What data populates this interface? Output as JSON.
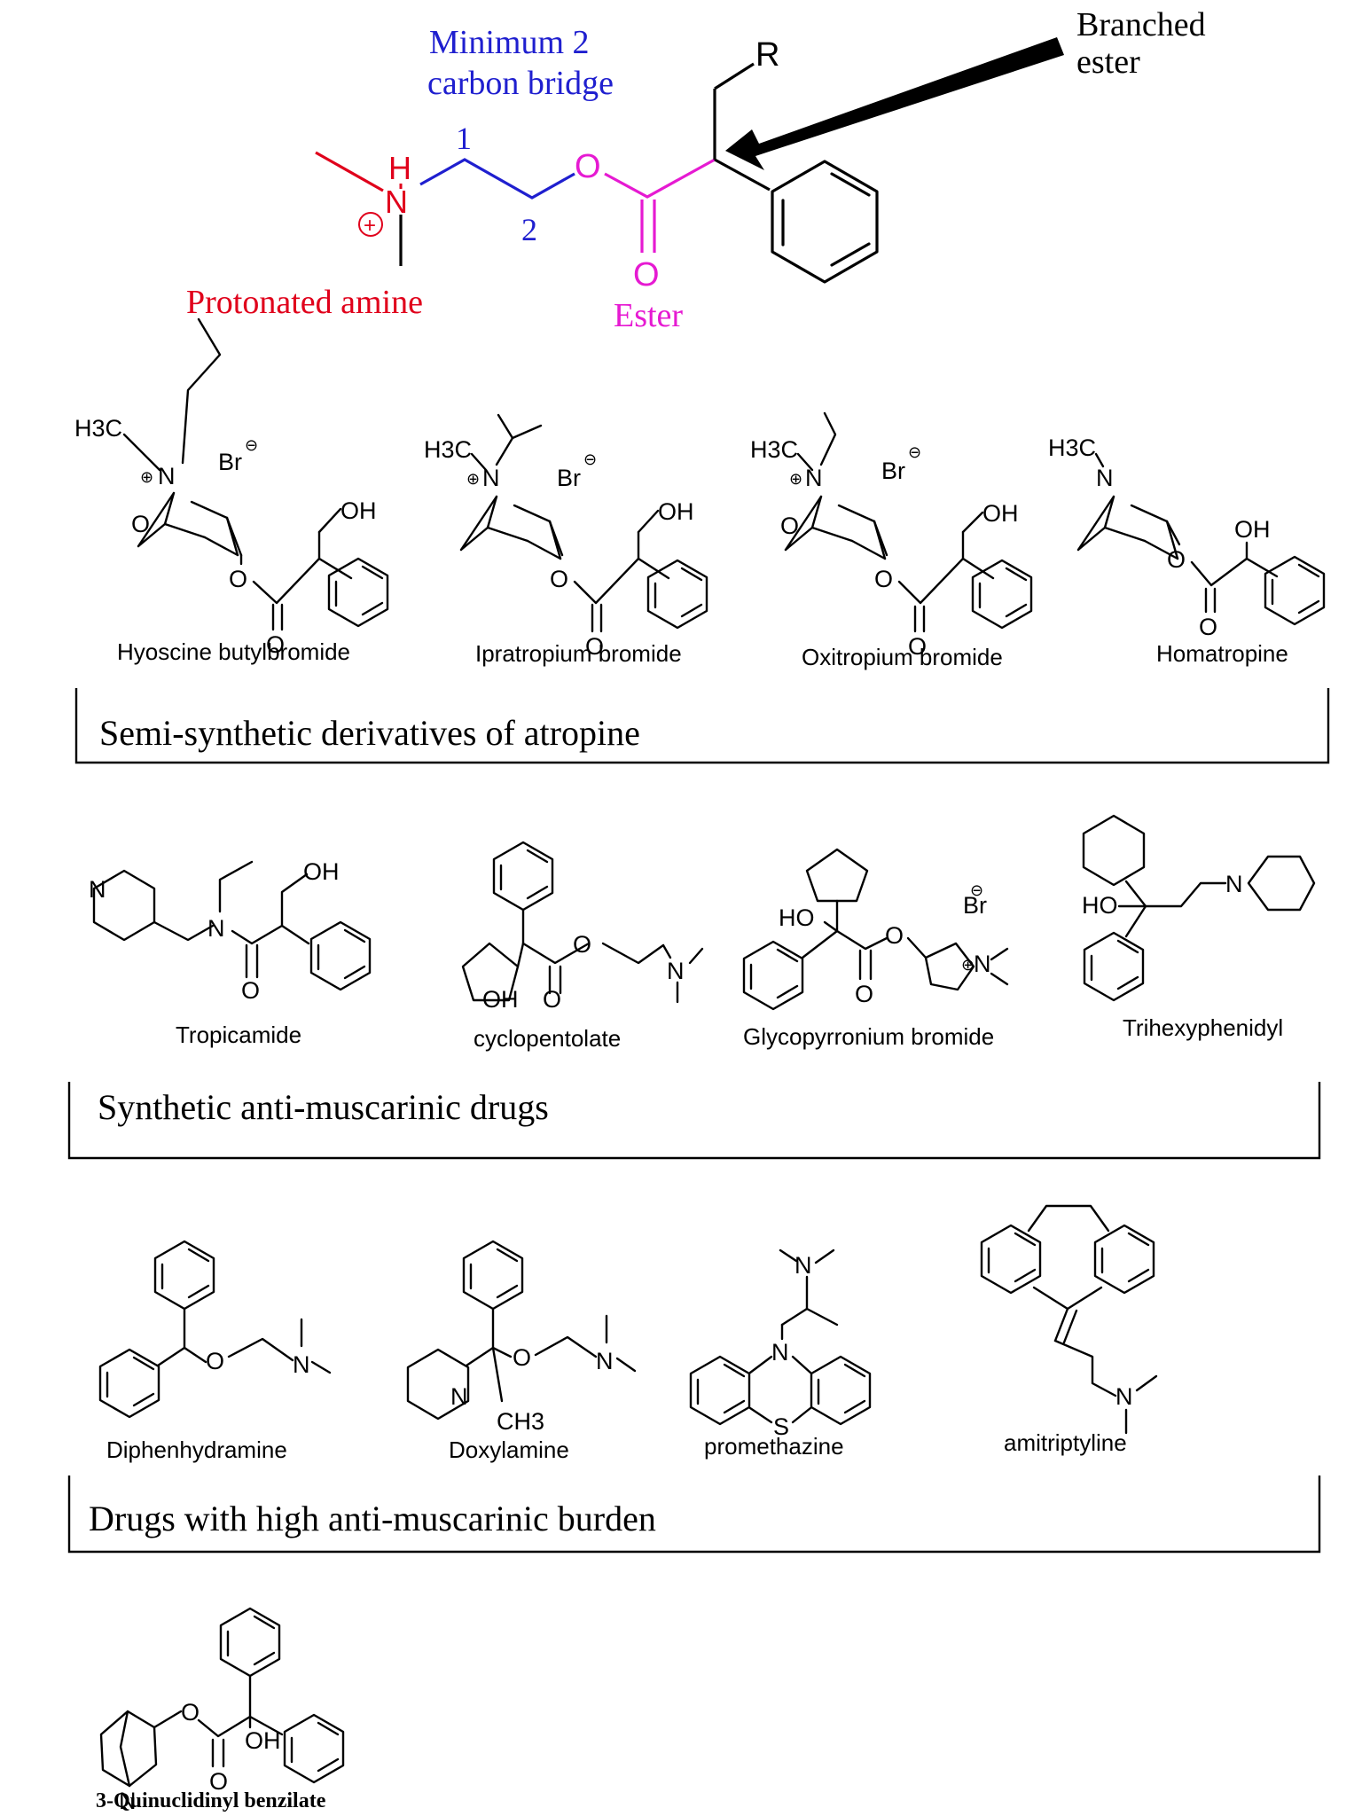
{
  "pharmacophore": {
    "bridge_label_1": "Minimum 2",
    "bridge_label_2": "carbon bridge",
    "carbon_1": "1",
    "carbon_2": "2",
    "amine_label": "Protonated amine",
    "ester_label": "Ester",
    "branched_label_1": "Branched",
    "branched_label_2": "ester",
    "r_group": "R",
    "amine_atom_h": "H",
    "amine_atom_n": "N",
    "plus_sign": "+",
    "ester_o": "O",
    "carbonyl_o": "O",
    "colors": {
      "amine": "#e0001b",
      "bridge": "#1f1fcf",
      "ester": "#e61ad2",
      "arrow": "#000000"
    }
  },
  "sections": [
    {
      "title": "Semi-synthetic derivatives of atropine",
      "compounds": [
        {
          "name": "Hyoscine butylbromide"
        },
        {
          "name": "Ipratropium bromide"
        },
        {
          "name": "Oxitropium bromide"
        },
        {
          "name": "Homatropine"
        }
      ]
    },
    {
      "title": "Synthetic anti-muscarinic drugs",
      "compounds": [
        {
          "name": "Tropicamide"
        },
        {
          "name": "cyclopentolate"
        },
        {
          "name": "Glycopyrronium bromide"
        },
        {
          "name": "Trihexyphenidyl"
        }
      ]
    },
    {
      "title": "Drugs with high anti-muscarinic burden",
      "compounds": [
        {
          "name": "Diphenhydramine"
        },
        {
          "name": "Doxylamine"
        },
        {
          "name": "promethazine"
        },
        {
          "name": "amitriptyline"
        }
      ]
    }
  ],
  "extra_compound": {
    "name": "3-Quinuclidinyl benzilate"
  },
  "atom_labels": {
    "h3c": "H3C",
    "n": "N",
    "br": "Br",
    "oh": "OH",
    "ho": "HO",
    "o": "O",
    "s": "S",
    "ch3": "CH3",
    "charge": "⊕",
    "anion": "⊖"
  }
}
